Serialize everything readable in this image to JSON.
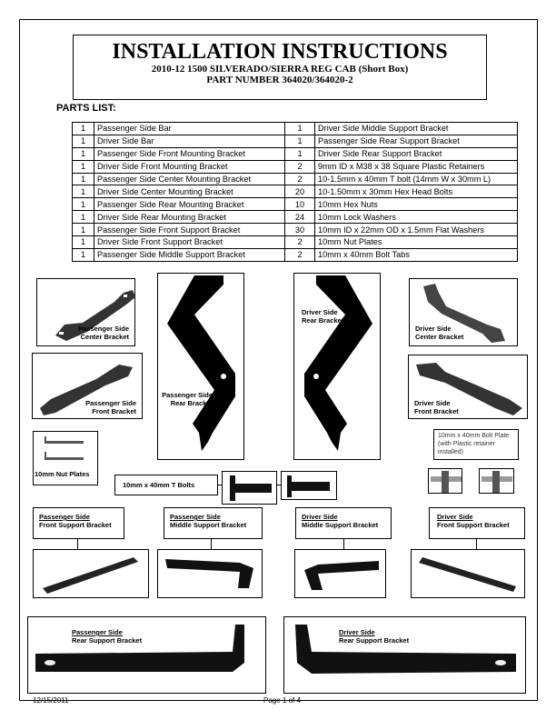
{
  "header": {
    "title": "INSTALLATION INSTRUCTIONS",
    "subtitle": "2010-12 1500 SILVERADO/SIERRA REG CAB (Short Box)",
    "part_number": "PART NUMBER 364020/364020-2"
  },
  "parts_list": {
    "label": "PARTS LIST:",
    "rows": [
      {
        "q1": "1",
        "n1": "Passenger Side Bar",
        "q2": "1",
        "n2": "Driver Side Middle Support Bracket"
      },
      {
        "q1": "1",
        "n1": "Driver Side Bar",
        "q2": "1",
        "n2": "Passenger Side Rear Support Bracket"
      },
      {
        "q1": "1",
        "n1": "Passenger Side Front Mounting Bracket",
        "q2": "1",
        "n2": "Driver Side Rear Support Bracket"
      },
      {
        "q1": "1",
        "n1": "Driver Side Front Mounting Bracket",
        "q2": "2",
        "n2": "9mm ID x M38 x 38 Square Plastic Retainers"
      },
      {
        "q1": "1",
        "n1": "Passenger Side Center Mounting Bracket",
        "q2": "2",
        "n2": "10-1.5mm x 40mm T bolt  (14mm W x 30mm L)"
      },
      {
        "q1": "1",
        "n1": "Driver Side Center Mounting Bracket",
        "q2": "20",
        "n2": "10-1.50mm x 30mm Hex Head Bolts"
      },
      {
        "q1": "1",
        "n1": "Passenger Side Rear Mounting Bracket",
        "q2": "10",
        "n2": "10mm Hex Nuts"
      },
      {
        "q1": "1",
        "n1": "Driver Side Rear Mounting Bracket",
        "q2": "24",
        "n2": "10mm Lock Washers"
      },
      {
        "q1": "1",
        "n1": "Passenger Side Front Support Bracket",
        "q2": "30",
        "n2": "10mm ID x 22mm OD x 1.5mm Flat Washers"
      },
      {
        "q1": "1",
        "n1": "Driver Side Front Support Bracket",
        "q2": "2",
        "n2": "10mm Nut Plates"
      },
      {
        "q1": "1",
        "n1": "Passenger Side Middle Support Bracket",
        "q2": "2",
        "n2": "10mm x 40mm Bolt Tabs"
      }
    ]
  },
  "figures": {
    "ps_center": [
      "Passenger Side",
      "Center Bracket"
    ],
    "ps_front": [
      "Passenger Side",
      "Front Bracket"
    ],
    "ps_rear": [
      "Passenger Side",
      "Rear Bracket"
    ],
    "ds_rear": [
      "Driver Side",
      "Rear Bracket"
    ],
    "ds_center": [
      "Driver Side",
      "Center Bracket"
    ],
    "ds_front": [
      "Driver Side",
      "Front Bracket"
    ],
    "nut_plates": "10mm Nut Plates",
    "t_bolts": "10mm x 40mm T Bolts",
    "bolt_plate": "10mm x 40mm Bolt Plate (with Plastic retainer installed)",
    "ps_front_support": [
      "Passenger Side",
      "Front Support Bracket"
    ],
    "ps_middle_support": [
      "Passenger Side",
      "Middle Support Bracket"
    ],
    "ds_middle_support": [
      "Driver Side",
      "Middle Support Bracket"
    ],
    "ds_front_support": [
      "Driver Side",
      "Front Support Bracket"
    ],
    "ps_rear_support": [
      "Passenger Side",
      "Rear Support Bracket"
    ],
    "ds_rear_support": [
      "Driver Side",
      "Rear Support Bracket"
    ]
  },
  "footer": {
    "date": "12/15/2011",
    "page": "Page 1 of 4"
  }
}
